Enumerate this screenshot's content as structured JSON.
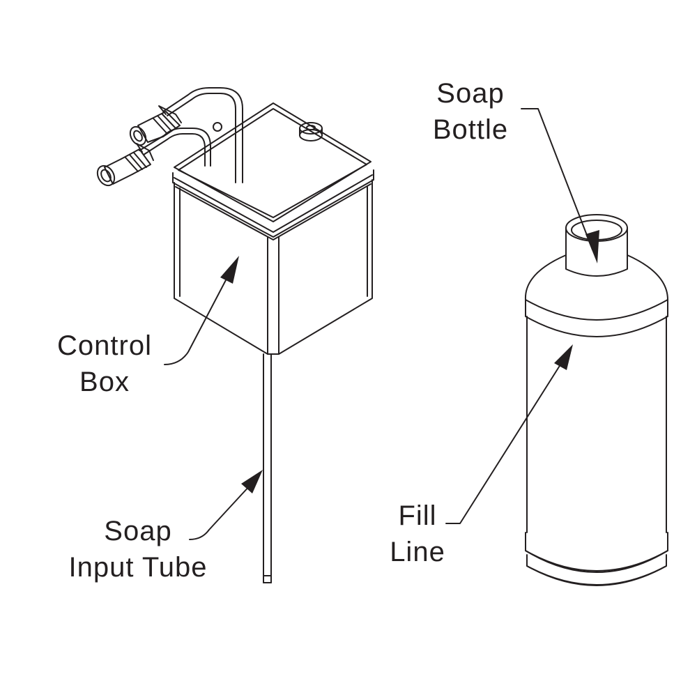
{
  "labels": {
    "soap_bottle": {
      "line1": "Soap",
      "line2": "Bottle"
    },
    "control_box": {
      "line1": "Control",
      "line2": "Box"
    },
    "soap_input_tube": {
      "line1": "Soap",
      "line2": "Input Tube"
    },
    "fill_line": {
      "line1": "Fill",
      "line2": "Line"
    }
  },
  "colors": {
    "stroke": "#231f20",
    "background": "#ffffff"
  }
}
